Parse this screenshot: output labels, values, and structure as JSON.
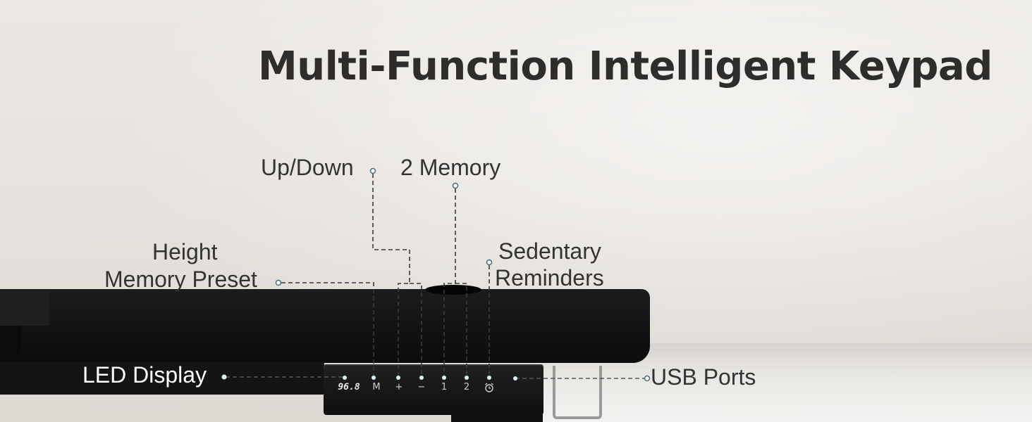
{
  "title": "Multi-Function Intelligent Keypad",
  "callouts": {
    "up_down": "Up/Down",
    "memory": "2 Memory",
    "height_line1": "Height",
    "height_line2": "Memory Preset",
    "sedentary_line1": "Sedentary",
    "sedentary_line2": "Reminders",
    "led": "LED Display",
    "usb": "USB Ports"
  },
  "keypad": {
    "display_value": "96.8",
    "keys": [
      "M",
      "+",
      "−",
      "1",
      "2"
    ],
    "alarm_icon": "alarm-clock-icon"
  },
  "colors": {
    "desk": "#141414",
    "callout_line": "#3a3a3a",
    "dot": "#bfe3ef"
  }
}
